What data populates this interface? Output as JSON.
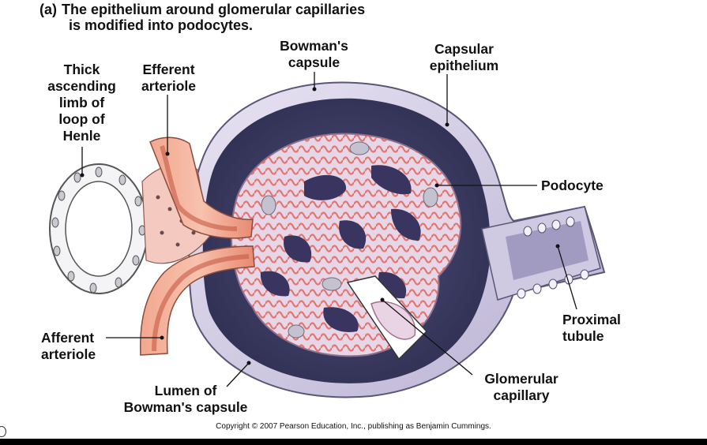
{
  "title": {
    "part": "(a)",
    "line1": "The epithelium around glomerular capillaries",
    "line2": "is modified into podocytes."
  },
  "labels": {
    "thick_ascending_limb": "Thick\nascending\nlimb of\nloop of\nHenle",
    "efferent_arteriole": "Efferent\narteriole",
    "bowmans_capsule": "Bowman's\ncapsule",
    "capsular_epithelium": "Capsular\nepithelium",
    "podocyte": "Podocyte",
    "proximal_tubule": "Proximal\ntubule",
    "glomerular_capillary": "Glomerular\ncapillary",
    "lumen_of_bowmans_capsule": "Lumen of\nBowman's capsule",
    "afferent_arteriole": "Afferent\narteriole"
  },
  "copyright": "Copyright © 2007 Pearson Education, Inc., publishing as Benjamin Cummings."
}
